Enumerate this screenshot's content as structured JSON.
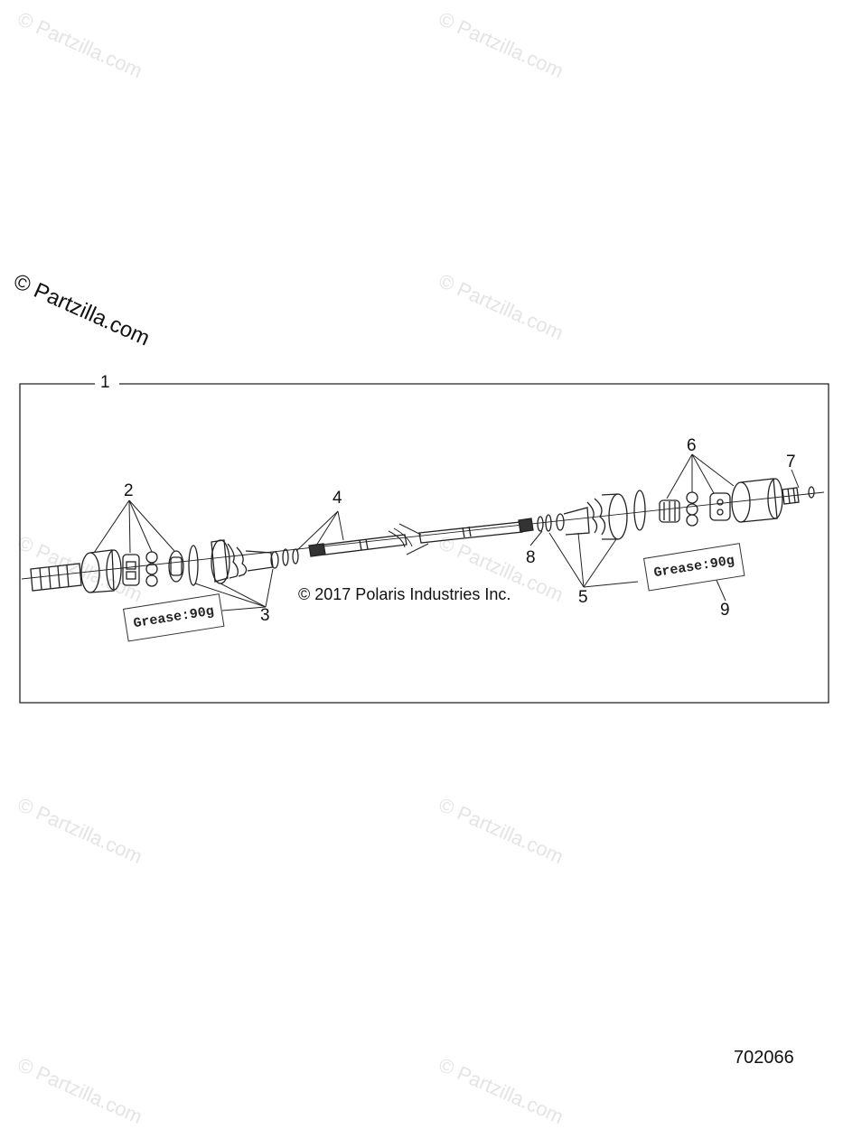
{
  "watermark": {
    "text": "© Partzilla.com",
    "main_text": "© Partzilla.com"
  },
  "callouts": {
    "c1": "1",
    "c2": "2",
    "c3": "3",
    "c4": "4",
    "c5": "5",
    "c6": "6",
    "c7": "7",
    "c8": "8",
    "c9": "9"
  },
  "grease_label_left": "Grease:90g",
  "grease_label_right": "Grease:90g",
  "copyright": "© 2017 Polaris Industries Inc.",
  "diagram_id": "702066"
}
